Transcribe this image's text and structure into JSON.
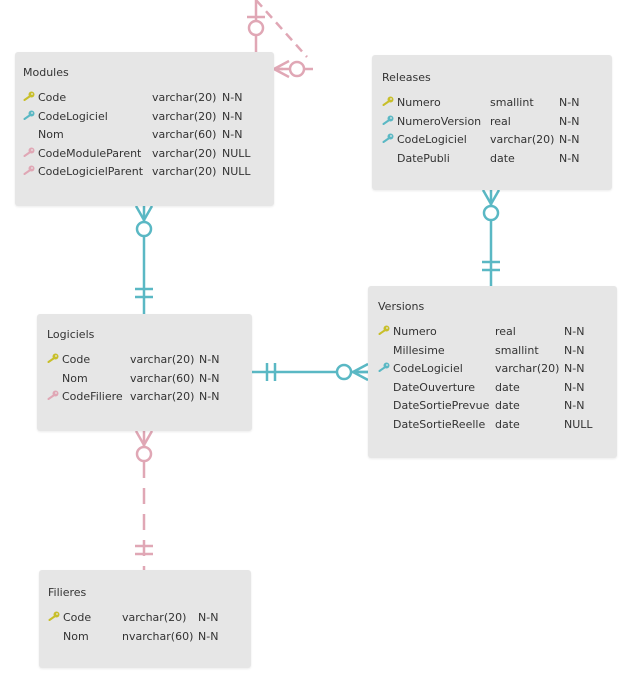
{
  "colors": {
    "entity_bg": "#e6e6e6",
    "primary_key": "#c8bf2a",
    "foreign_key_identifying": "#5ab8c4",
    "foreign_key_non_identifying": "#e0a7b5",
    "relation_identifying": "#5ab8c4",
    "relation_non_identifying": "#e0a7b5"
  },
  "entities": [
    {
      "id": "modules",
      "title": "Modules",
      "fields": [
        {
          "name": "Code",
          "type": "varchar(20)",
          "null": "N-N",
          "icon": "primary-key-icon"
        },
        {
          "name": "CodeLogiciel",
          "type": "varchar(20)",
          "null": "N-N",
          "icon": "foreign-key-icon"
        },
        {
          "name": "Nom",
          "type": "varchar(60)",
          "null": "N-N",
          "icon": ""
        },
        {
          "name": "CodeModuleParent",
          "type": "varchar(20)",
          "null": "NULL",
          "icon": "optional-foreign-key-icon"
        },
        {
          "name": "CodeLogicielParent",
          "type": "varchar(20)",
          "null": "NULL",
          "icon": "optional-foreign-key-icon"
        }
      ]
    },
    {
      "id": "releases",
      "title": "Releases",
      "fields": [
        {
          "name": "Numero",
          "type": "smallint",
          "null": "N-N",
          "icon": "primary-key-icon"
        },
        {
          "name": "NumeroVersion",
          "type": "real",
          "null": "N-N",
          "icon": "foreign-key-icon"
        },
        {
          "name": "CodeLogiciel",
          "type": "varchar(20)",
          "null": "N-N",
          "icon": "foreign-key-icon"
        },
        {
          "name": "DatePubli",
          "type": "date",
          "null": "N-N",
          "icon": ""
        }
      ]
    },
    {
      "id": "logiciels",
      "title": "Logiciels",
      "fields": [
        {
          "name": "Code",
          "type": "varchar(20)",
          "null": "N-N",
          "icon": "primary-key-icon"
        },
        {
          "name": "Nom",
          "type": "varchar(60)",
          "null": "N-N",
          "icon": ""
        },
        {
          "name": "CodeFiliere",
          "type": "varchar(20)",
          "null": "N-N",
          "icon": "optional-foreign-key-icon"
        }
      ]
    },
    {
      "id": "versions",
      "title": "Versions",
      "fields": [
        {
          "name": "Numero",
          "type": "real",
          "null": "N-N",
          "icon": "primary-key-icon"
        },
        {
          "name": "Millesime",
          "type": "smallint",
          "null": "N-N",
          "icon": ""
        },
        {
          "name": "CodeLogiciel",
          "type": "varchar(20)",
          "null": "N-N",
          "icon": "foreign-key-icon"
        },
        {
          "name": "DateOuverture",
          "type": "date",
          "null": "N-N",
          "icon": ""
        },
        {
          "name": "DateSortiePrevue",
          "type": "date",
          "null": "N-N",
          "icon": ""
        },
        {
          "name": "DateSortieReelle",
          "type": "date",
          "null": "NULL",
          "icon": ""
        }
      ]
    },
    {
      "id": "filieres",
      "title": "Filieres",
      "fields": [
        {
          "name": "Code",
          "type": "varchar(20)",
          "null": "N-N",
          "icon": "primary-key-icon"
        },
        {
          "name": "Nom",
          "type": "nvarchar(60)",
          "null": "N-N",
          "icon": ""
        }
      ]
    }
  ],
  "relationships": [
    {
      "id": "modules-self",
      "from": "modules",
      "to": "modules",
      "style": "dashed",
      "color": "#e0a7b5",
      "end_one": "zero-or-one",
      "end_many": "zero-or-many"
    },
    {
      "id": "modules-logiciels",
      "from": "logiciels",
      "to": "modules",
      "style": "solid",
      "color": "#5ab8c4",
      "end_one": "one-and-only-one",
      "end_many": "zero-or-many"
    },
    {
      "id": "versions-releases",
      "from": "versions",
      "to": "releases",
      "style": "solid",
      "color": "#5ab8c4",
      "end_one": "one-and-only-one",
      "end_many": "zero-or-many"
    },
    {
      "id": "logiciels-versions",
      "from": "logiciels",
      "to": "versions",
      "style": "solid",
      "color": "#5ab8c4",
      "end_one": "one-and-only-one",
      "end_many": "zero-or-many"
    },
    {
      "id": "filieres-logiciels",
      "from": "filieres",
      "to": "logiciels",
      "style": "dashed",
      "color": "#e0a7b5",
      "end_one": "one-and-only-one",
      "end_many": "zero-or-many"
    }
  ]
}
